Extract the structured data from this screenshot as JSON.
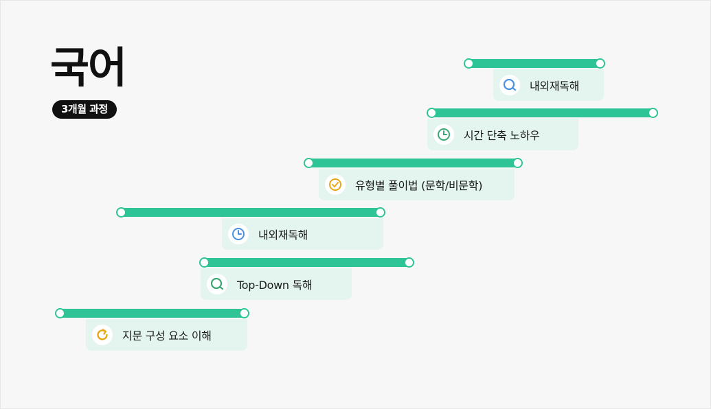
{
  "header": {
    "title": "국어",
    "badge": "3개월 과정"
  },
  "colors": {
    "bar": "#2ec495",
    "card_bg": "#e3f5ee",
    "icon_blue": "#4a8fe0",
    "icon_green": "#3aa872",
    "icon_amber": "#e8a816"
  },
  "roadmap": {
    "items": [
      {
        "label": "내외재독해",
        "icon": "search-icon"
      },
      {
        "label": "시간 단축 노하우",
        "icon": "clock-icon"
      },
      {
        "label": "유형별 풀이법 (문학/비문학)",
        "icon": "check-circle-icon"
      },
      {
        "label": "내외재독해",
        "icon": "clock-icon"
      },
      {
        "label": "Top-Down 독해",
        "icon": "search-icon"
      },
      {
        "label": "지문 구성 요소 이해",
        "icon": "refresh-icon"
      }
    ]
  }
}
